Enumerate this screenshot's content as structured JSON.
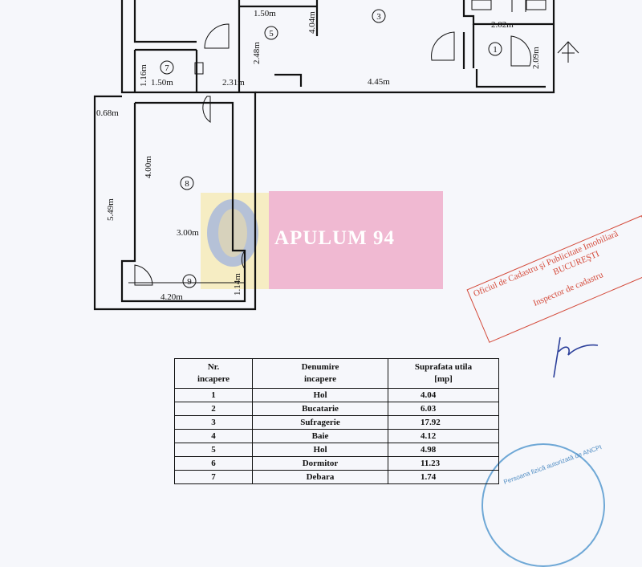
{
  "plan": {
    "dimensions": [
      {
        "id": "d1",
        "text": "1.50m"
      },
      {
        "id": "d2",
        "text": "4.04m"
      },
      {
        "id": "d3",
        "text": "2.48m"
      },
      {
        "id": "d4",
        "text": "2.02m"
      },
      {
        "id": "d5",
        "text": "2.09m"
      },
      {
        "id": "d6",
        "text": "1.16m"
      },
      {
        "id": "d7",
        "text": "1.50m"
      },
      {
        "id": "d8",
        "text": "2.31m"
      },
      {
        "id": "d9",
        "text": "4.45m"
      },
      {
        "id": "d10",
        "text": "0.68m"
      },
      {
        "id": "d11",
        "text": "4.00m"
      },
      {
        "id": "d12",
        "text": "5.49m"
      },
      {
        "id": "d13",
        "text": "3.00m"
      },
      {
        "id": "d14",
        "text": "1.14m"
      },
      {
        "id": "d15",
        "text": "4.20m"
      }
    ],
    "room_numbers": [
      "1",
      "3",
      "5",
      "7",
      "8",
      "9"
    ],
    "entrance_icon": "entrance-arrow-icon"
  },
  "watermark": {
    "text": "APULUM 94",
    "colors": {
      "yellow": "#f6edc3",
      "pink": "#f0b9d2",
      "blue": "#8fa6d6"
    }
  },
  "stamp": {
    "line1": "Oficiul de Cadastru şi Publicitate Imobiliară",
    "line2": "BUCUREŞTI",
    "line3": "Inspector de cadastru",
    "color": "#d44a3a",
    "round_text": "Persoana fizică autorizată de ANCPI"
  },
  "table": {
    "headers": [
      [
        "Nr.",
        "incapere"
      ],
      [
        "Denumire",
        "incapere"
      ],
      [
        "Suprafata utila",
        "[mp]"
      ]
    ],
    "rows": [
      [
        "1",
        "Hol",
        "4.04"
      ],
      [
        "2",
        "Bucatarie",
        "6.03"
      ],
      [
        "3",
        "Sufragerie",
        "17.92"
      ],
      [
        "4",
        "Baie",
        "4.12"
      ],
      [
        "5",
        "Hol",
        "4.98"
      ],
      [
        "6",
        "Dormitor",
        "11.23"
      ],
      [
        "7",
        "Debara",
        "1.74"
      ]
    ]
  }
}
